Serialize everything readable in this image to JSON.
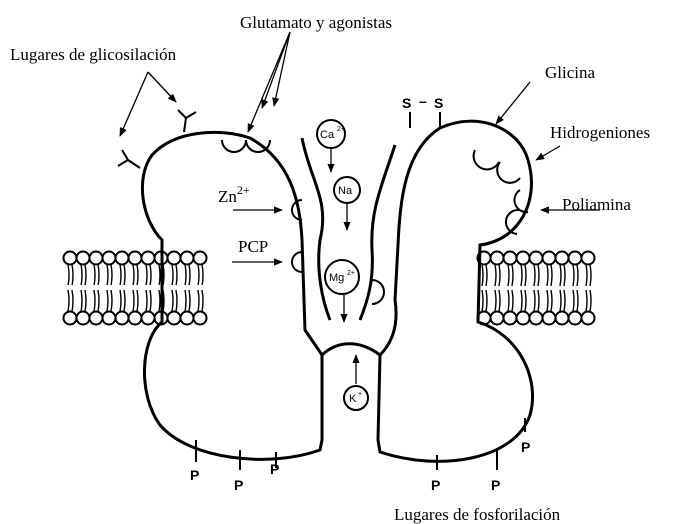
{
  "labels": {
    "glutamate": "Glutamato y agonistas",
    "glycosylation": "Lugares de glicosilación",
    "glycine": "Glicina",
    "hydrogen": "Hidrogeniones",
    "zinc": "Zn",
    "zinc_charge": "2+",
    "pcp": "PCP",
    "polyamine": "Poliamina",
    "phosphorylation": "Lugares de fosforilación"
  },
  "ions": {
    "calcium": "Ca",
    "calcium_charge": "2+",
    "sodium": "Na",
    "magnesium": "Mg",
    "magnesium_charge": "2+",
    "potassium": "K",
    "potassium_charge": "+"
  },
  "disulfide": {
    "s1": "S",
    "dash": "–",
    "s2": "S"
  },
  "phosphate": "P",
  "colors": {
    "line": "#000000",
    "background": "#ffffff"
  }
}
